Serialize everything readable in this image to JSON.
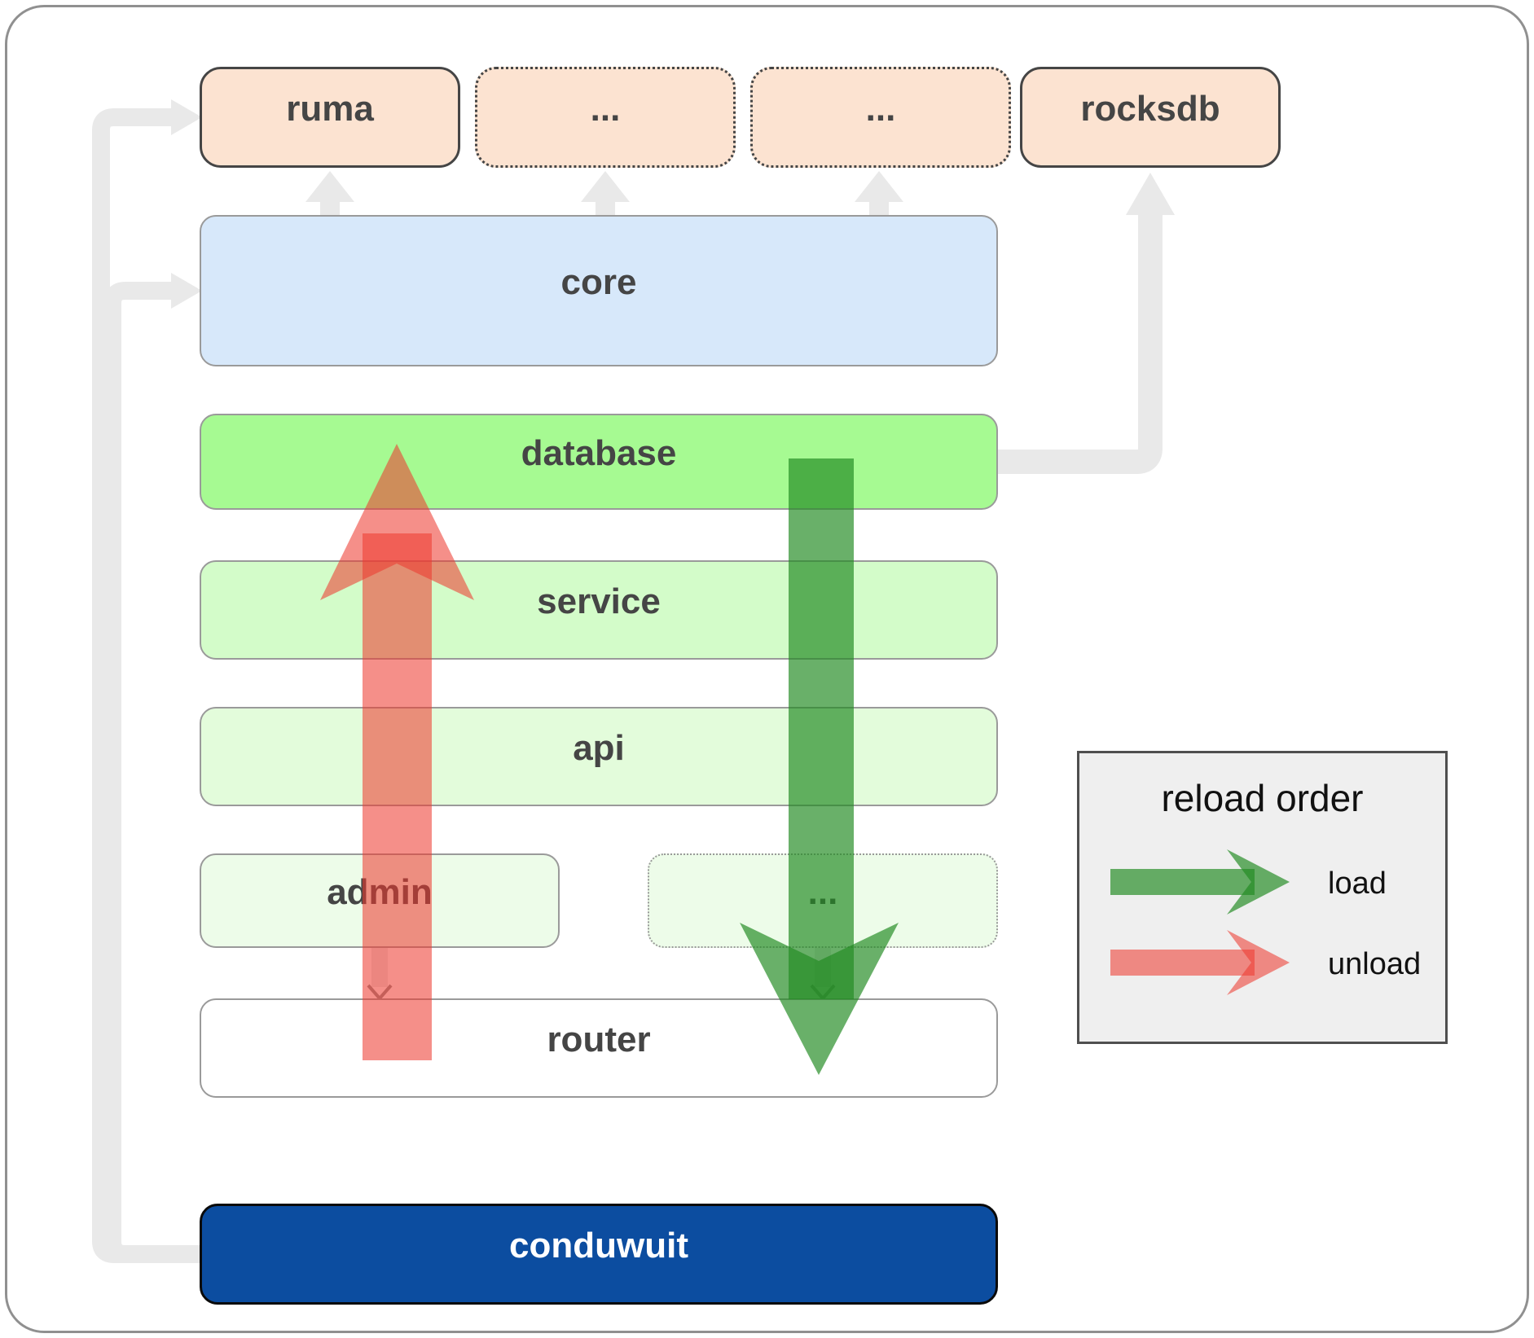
{
  "nodes": {
    "ruma": "ruma",
    "ellipsis_1": "...",
    "ellipsis_2": "...",
    "rocksdb": "rocksdb",
    "core": "core",
    "database": "database",
    "service": "service",
    "api": "api",
    "admin": "admin",
    "ellipsis_3": "...",
    "router": "router",
    "conduwuit": "conduwuit"
  },
  "legend": {
    "title": "reload order",
    "load_label": "load",
    "unload_label": "unload"
  },
  "colors": {
    "peach_box": "#fce3d1",
    "blue_box": "#d7e8fa",
    "database_green": "#a6fa92",
    "service_green": "#d3fcc9",
    "api_green": "#e3fcdb",
    "admin_green": "#edfce9",
    "conduwuit_blue": "#0c4da0",
    "connector_gray": "#e9e9e9",
    "load_arrow_green": "#228b22",
    "unload_arrow_red": "#ee3a30"
  }
}
